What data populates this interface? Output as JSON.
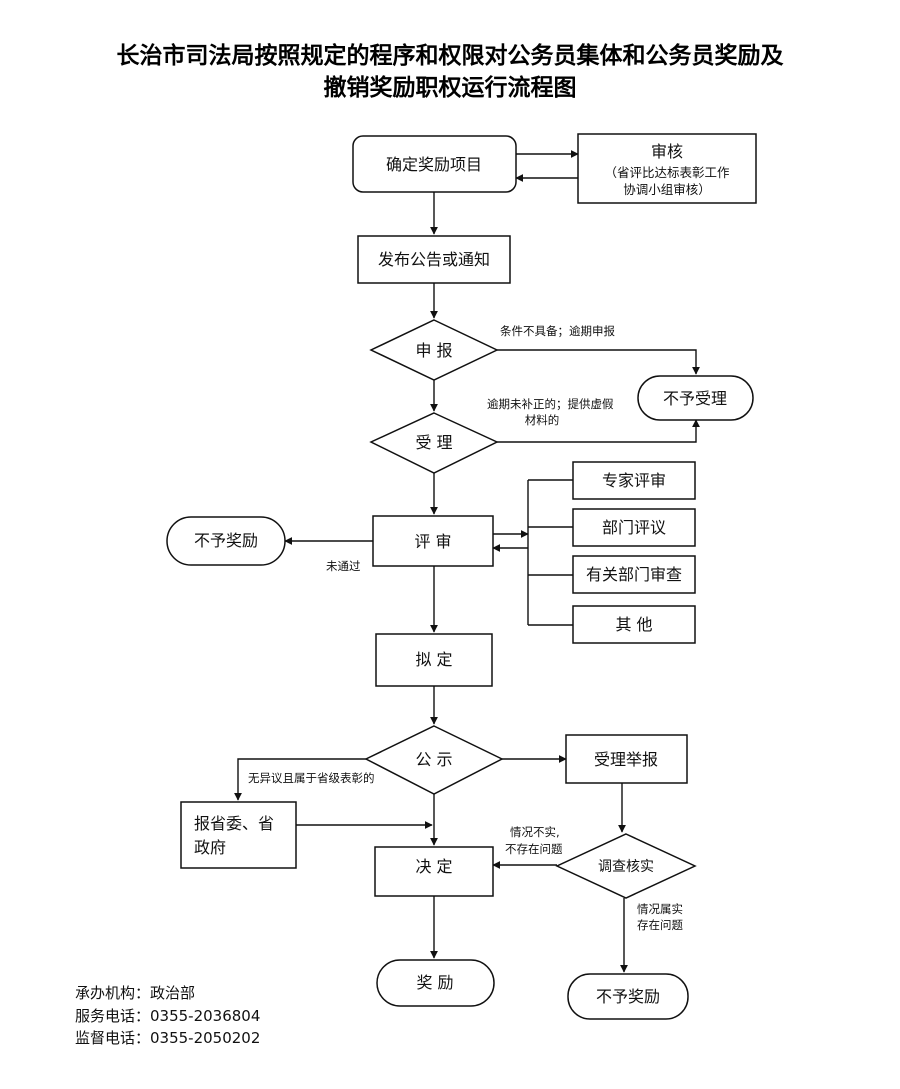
{
  "title": {
    "line1": "长治市司法局按照规定的程序和权限对公务员集体和公务员奖励及",
    "line2": "撤销奖励职权运行流程图"
  },
  "nodes": {
    "determine_project": "确定奖励项目",
    "review_title": "审核",
    "review_note1": "（省评比达标表彰工作",
    "review_note2": "协调小组审核）",
    "publish_notice": "发布公告或通知",
    "apply": "申 报",
    "accept": "受 理",
    "not_accepted": "不予受理",
    "evaluate": "评 审",
    "no_reward_left": "不予奖励",
    "expert_review": "专家评审",
    "dept_discussion": "部门评议",
    "related_dept_review": "有关部门审查",
    "other": "其 他",
    "draft": "拟 定",
    "publicize": "公 示",
    "accept_report": "受理举报",
    "report_province_line1": "报省委、省",
    "report_province_line2": "政府",
    "decide": "决 定",
    "investigate": "调查核实",
    "reward": "奖 励",
    "no_reward_bottom": "不予奖励"
  },
  "labels": {
    "cond_missing": "条件不具备；逾期申报",
    "overdue_line1": "逾期未补正的；提供虚假",
    "overdue_line2": "材料的",
    "not_passed": "未通过",
    "no_objection": "无异议且属于省级表彰的",
    "false_line1": "情况不实,",
    "false_line2": "不存在问题",
    "true_line1": "情况属实",
    "true_line2": "存在问题"
  },
  "footer": {
    "office": "承办机构：政治部",
    "service_phone": "服务电话：0355-2036804",
    "supervise_phone": "监督电话：0355-2050202"
  }
}
